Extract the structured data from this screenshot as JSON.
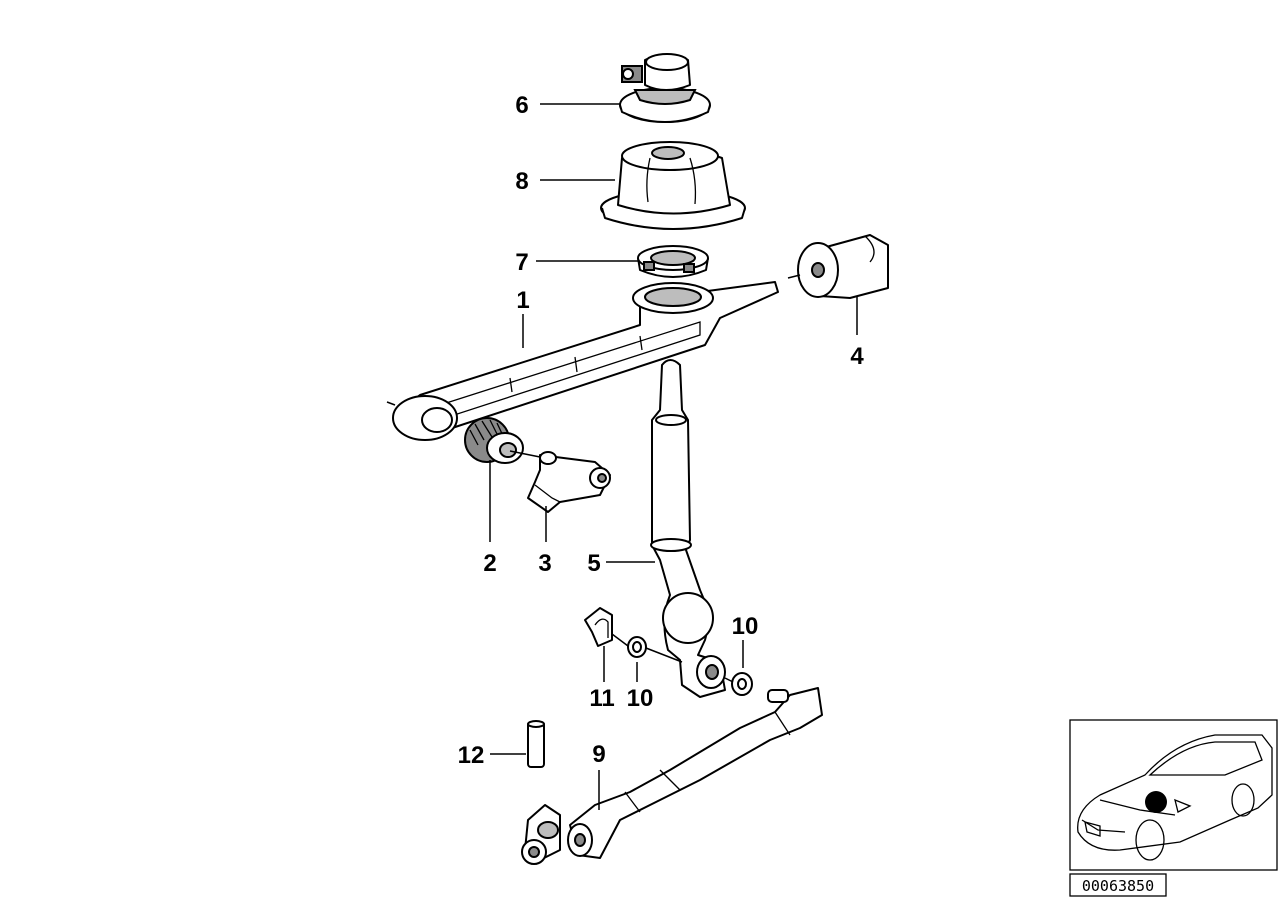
{
  "diagram": {
    "callouts": [
      {
        "id": "6",
        "label": "6"
      },
      {
        "id": "8",
        "label": "8"
      },
      {
        "id": "7",
        "label": "7"
      },
      {
        "id": "1",
        "label": "1"
      },
      {
        "id": "4",
        "label": "4"
      },
      {
        "id": "2",
        "label": "2"
      },
      {
        "id": "3",
        "label": "3"
      },
      {
        "id": "5",
        "label": "5"
      },
      {
        "id": "10a",
        "label": "10"
      },
      {
        "id": "11",
        "label": "11"
      },
      {
        "id": "10b",
        "label": "10"
      },
      {
        "id": "12",
        "label": "12"
      },
      {
        "id": "9",
        "label": "9"
      }
    ],
    "document_number": "00063850",
    "locator_marker_color": "#000000"
  }
}
